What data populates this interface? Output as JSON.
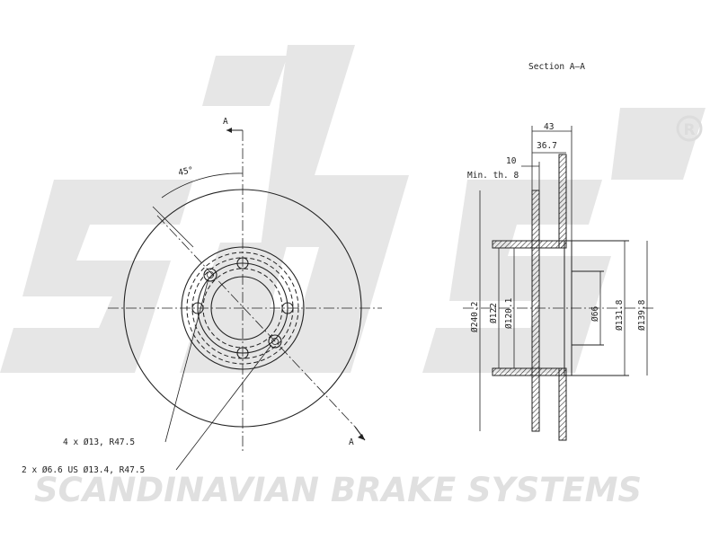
{
  "brand": {
    "logo_letters": "sbs",
    "registered_mark": "R",
    "watermark": "SCANDINAVIAN BRAKE SYSTEMS",
    "logo_color": "#e6e6e6"
  },
  "drawing": {
    "section_title": "Section A–A",
    "section_marker": "A",
    "angle_label": "45°",
    "hole_label_1": "4 x Ø13, R47.5",
    "hole_label_2": "2 x Ø6.6 US Ø13.4, R47.5",
    "dim_overall_width": "43",
    "dim_hat_width": "36.7",
    "dim_disc_thickness": "10",
    "dim_min_thickness": "Min. th. 8",
    "dim_outer_dia": "Ø240.2",
    "dim_dia_122": "Ø122",
    "dim_dia_120_1": "Ø120.1",
    "dim_center_bore": "Ø66",
    "dim_dia_131_8": "Ø131.8",
    "dim_dia_139_8": "Ø139.8"
  }
}
